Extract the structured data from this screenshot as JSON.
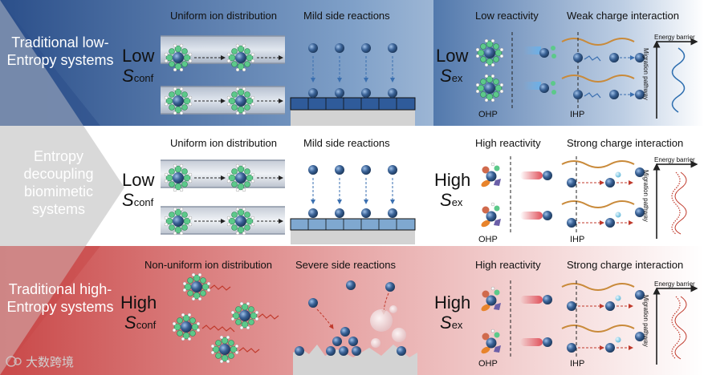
{
  "rows": [
    {
      "label": "Traditional low-Entropy systems",
      "conf_level": "Low",
      "conf_symbol": "S",
      "conf_sub": "conf",
      "ex_level": "Low",
      "ex_symbol": "S",
      "ex_sub": "ex",
      "h1": "Uniform ion distribution",
      "h2": "Mild side reactions",
      "h3": "Low reactivity",
      "h4": "Weak charge interaction",
      "ohp": "OHP",
      "ihp": "IHP",
      "energy_barrier": "Energy barrier",
      "migration_pathway": "Migration pathway"
    },
    {
      "label": "Entropy decoupling biomimetic systems",
      "conf_level": "Low",
      "conf_symbol": "S",
      "conf_sub": "conf",
      "ex_level": "High",
      "ex_symbol": "S",
      "ex_sub": "ex",
      "h1": "Uniform ion distribution",
      "h2": "Mild side reactions",
      "h3": "High reactivity",
      "h4": "Strong charge interaction",
      "ohp": "OHP",
      "ihp": "IHP",
      "energy_barrier": "Energy barrier",
      "migration_pathway": "Migration pathway"
    },
    {
      "label": "Traditional high-Entropy systems",
      "conf_level": "High",
      "conf_symbol": "S",
      "conf_sub": "conf",
      "ex_level": "High",
      "ex_symbol": "S",
      "ex_sub": "ex",
      "h1": "Non-uniform ion distribution",
      "h2": "Severe side reactions",
      "h3": "High reactivity",
      "h4": "Strong charge interaction",
      "ohp": "OHP",
      "ihp": "IHP",
      "energy_barrier": "Energy barrier",
      "migration_pathway": "Migration pathway"
    }
  ],
  "watermark": "大数跨境",
  "colors": {
    "row1_bg": "#2f5b9a",
    "row3_bg": "#cf5a5a",
    "ion": "#2a4d7a",
    "water_o": "#6fd39a",
    "low_wave": "#2f6fb0",
    "high_wave": "#c0392b",
    "red_trail": "#e0505a",
    "blue_trail": "#6ab0e8"
  }
}
